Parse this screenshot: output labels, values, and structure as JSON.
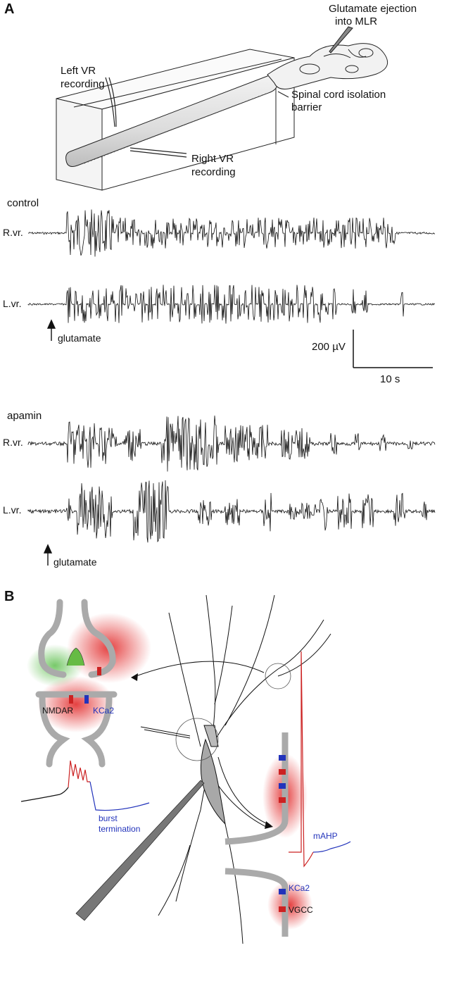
{
  "panel_a": {
    "letter": "A",
    "labels": {
      "glutamate_ejection_1": "Glutamate ejection",
      "glutamate_ejection_2": "into MLR",
      "left_vr_1": "Left VR",
      "left_vr_2": "recording",
      "barrier_1": "Spinal cord isolation",
      "barrier_2": "barrier",
      "right_vr_1": "Right VR",
      "right_vr_2": "recording"
    },
    "control": {
      "title": "control",
      "rvr": "R.vr.",
      "lvr": "L.vr.",
      "glutamate": "glutamate"
    },
    "scale": {
      "amplitude": "200 µV",
      "time": "10 s"
    },
    "apamin": {
      "title": "apamin",
      "rvr": "R.vr.",
      "lvr": "L.vr.",
      "glutamate": "glutamate"
    }
  },
  "panel_b": {
    "letter": "B",
    "nmdar": "NMDAR",
    "kca2_top": "KCa2",
    "burst_1": "burst",
    "burst_2": "termination",
    "mahp": "mAHP",
    "kca2_bottom": "KCa2",
    "vgcc": "VGCC"
  },
  "colors": {
    "red": "#cc2222",
    "blue": "#2233bb",
    "green": "#66bb44"
  }
}
